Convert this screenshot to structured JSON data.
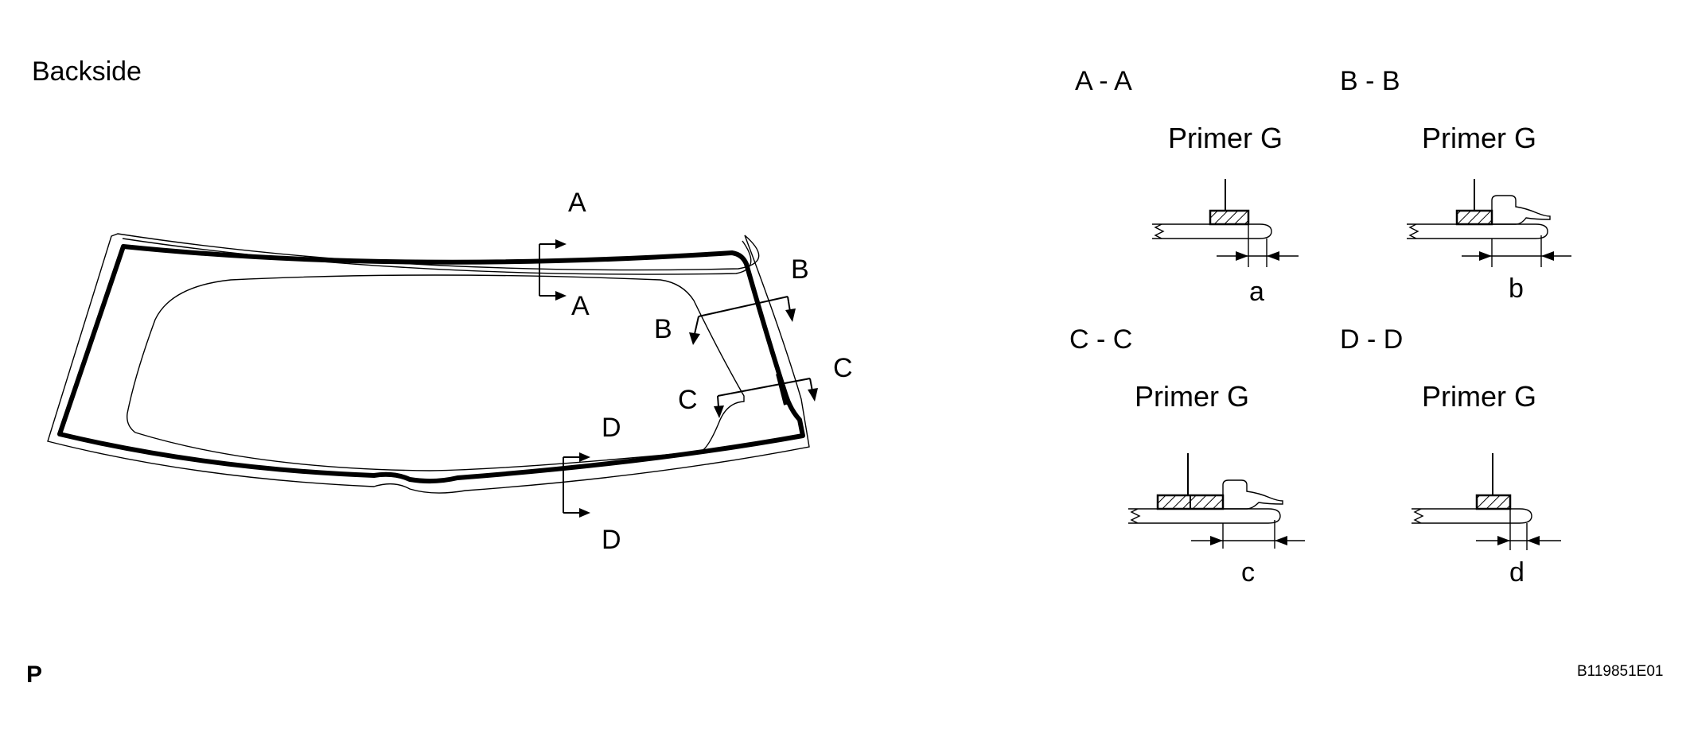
{
  "title": "Backside",
  "corner_label": "P",
  "figure_code": "B119851E01",
  "windshield_markers": [
    {
      "id": "A",
      "top": "A",
      "bottom": "A"
    },
    {
      "id": "B",
      "top": "B",
      "bottom": "B"
    },
    {
      "id": "C",
      "top": "C",
      "bottom": "C"
    },
    {
      "id": "D",
      "top": "D",
      "bottom": "D"
    }
  ],
  "sections": [
    {
      "id": "a",
      "title": "A - A",
      "primer": "Primer G",
      "dimension": "a",
      "has_molding": false
    },
    {
      "id": "b",
      "title": "B - B",
      "primer": "Primer G",
      "dimension": "b",
      "has_molding": true
    },
    {
      "id": "c",
      "title": "C - C",
      "primer": "Primer G",
      "dimension": "c",
      "has_molding": true
    },
    {
      "id": "d",
      "title": "D - D",
      "primer": "Primer G",
      "dimension": "d",
      "has_molding": false
    }
  ]
}
